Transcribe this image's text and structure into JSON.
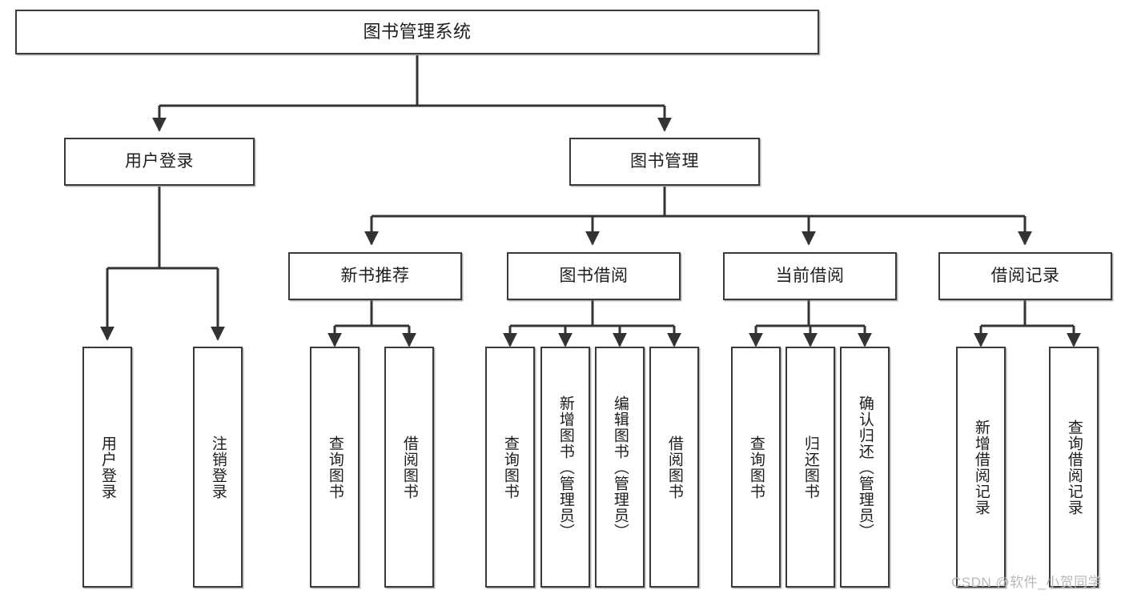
{
  "diagram": {
    "type": "tree",
    "title": "图书管理系统",
    "orientation": "top-down",
    "colors": {
      "box_border": "#3a3a3a",
      "box_fill": "#ffffff",
      "edge": "#333333",
      "text": "#1d1d1d",
      "watermark": "#b9b9b9",
      "background": "#ffffff"
    },
    "nodes": {
      "root": {
        "label": "图书管理系统"
      },
      "level2": [
        {
          "id": "user-login",
          "label": "用户登录"
        },
        {
          "id": "book-management",
          "label": "图书管理"
        }
      ],
      "level3": [
        {
          "id": "new-book-recommend",
          "label": "新书推荐"
        },
        {
          "id": "book-borrow",
          "label": "图书借阅"
        },
        {
          "id": "current-borrow",
          "label": "当前借阅"
        },
        {
          "id": "borrow-record",
          "label": "借阅记录"
        }
      ],
      "leaves": {
        "user-login": [
          {
            "id": "leaf-user-login",
            "label": "用户登录"
          },
          {
            "id": "leaf-logout-login",
            "label": "注销登录"
          }
        ],
        "new-book-recommend": [
          {
            "id": "leaf-query-book-1",
            "label": "查询图书"
          },
          {
            "id": "leaf-borrow-book-1",
            "label": "借阅图书"
          }
        ],
        "book-borrow": [
          {
            "id": "leaf-query-book-2",
            "label": "查询图书"
          },
          {
            "id": "leaf-add-book",
            "label": "新增图书（管理员）"
          },
          {
            "id": "leaf-edit-book",
            "label": "编辑图书（管理员）"
          },
          {
            "id": "leaf-borrow-book-2",
            "label": "借阅图书"
          }
        ],
        "current-borrow": [
          {
            "id": "leaf-query-book-3",
            "label": "查询图书"
          },
          {
            "id": "leaf-return-book",
            "label": "归还图书"
          },
          {
            "id": "leaf-confirm-return",
            "label": "确认归还（管理员）"
          }
        ],
        "borrow-record": [
          {
            "id": "leaf-add-record",
            "label": "新增借阅记录"
          },
          {
            "id": "leaf-query-record",
            "label": "查询借阅记录"
          }
        ]
      }
    },
    "edges": [
      {
        "from": "root",
        "to": "user-login"
      },
      {
        "from": "root",
        "to": "book-management"
      },
      {
        "from": "user-login",
        "to": "leaf-user-login"
      },
      {
        "from": "user-login",
        "to": "leaf-logout-login"
      },
      {
        "from": "book-management",
        "to": "new-book-recommend"
      },
      {
        "from": "book-management",
        "to": "book-borrow"
      },
      {
        "from": "book-management",
        "to": "current-borrow"
      },
      {
        "from": "book-management",
        "to": "borrow-record"
      },
      {
        "from": "new-book-recommend",
        "to": "leaf-query-book-1"
      },
      {
        "from": "new-book-recommend",
        "to": "leaf-borrow-book-1"
      },
      {
        "from": "book-borrow",
        "to": "leaf-query-book-2"
      },
      {
        "from": "book-borrow",
        "to": "leaf-add-book"
      },
      {
        "from": "book-borrow",
        "to": "leaf-edit-book"
      },
      {
        "from": "book-borrow",
        "to": "leaf-borrow-book-2"
      },
      {
        "from": "current-borrow",
        "to": "leaf-query-book-3"
      },
      {
        "from": "current-borrow",
        "to": "leaf-return-book"
      },
      {
        "from": "current-borrow",
        "to": "leaf-confirm-return"
      },
      {
        "from": "borrow-record",
        "to": "leaf-add-record"
      },
      {
        "from": "borrow-record",
        "to": "leaf-query-record"
      }
    ]
  },
  "watermark": {
    "text": "CSDN @软件_小贺同学"
  }
}
